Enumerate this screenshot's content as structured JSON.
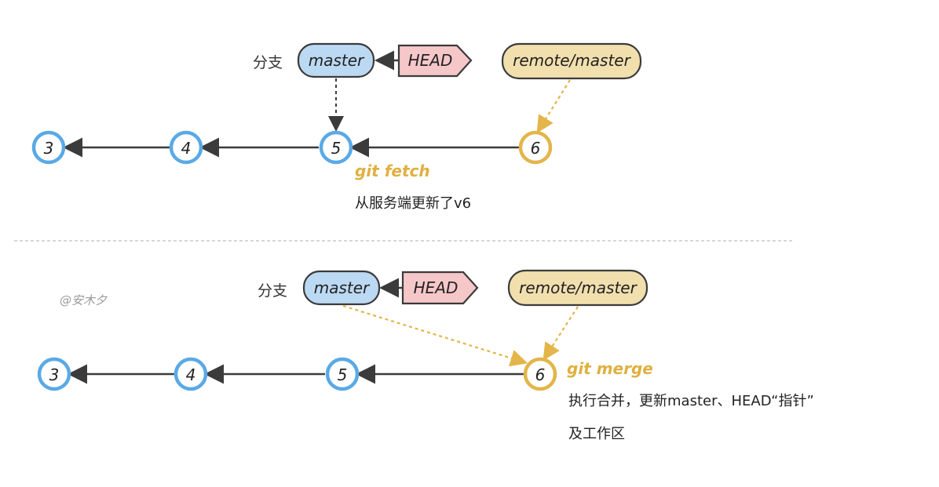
{
  "colors": {
    "blue": "#5aa9e6",
    "blue_fill": "#bcd9f3",
    "pink_fill": "#f6c7c9",
    "tan_fill": "#f1dfae",
    "gold": "#e3b54a",
    "gold_text": "#e0b040",
    "stroke": "#3b3b3b",
    "watermark": "#9a9a9a"
  },
  "top": {
    "branch_label": "分支",
    "master": "master",
    "head": "HEAD",
    "remote": "remote/master",
    "commits": [
      "3",
      "4",
      "5",
      "6"
    ],
    "action": "git fetch",
    "desc": "从服务端更新了v6"
  },
  "bottom": {
    "branch_label": "分支",
    "master": "master",
    "head": "HEAD",
    "remote": "remote/master",
    "commits": [
      "3",
      "4",
      "5",
      "6"
    ],
    "action": "git merge",
    "desc_line1": "执行合并，更新master、HEAD“指针”",
    "desc_line2": "及工作区"
  },
  "watermark": "@安木夕"
}
